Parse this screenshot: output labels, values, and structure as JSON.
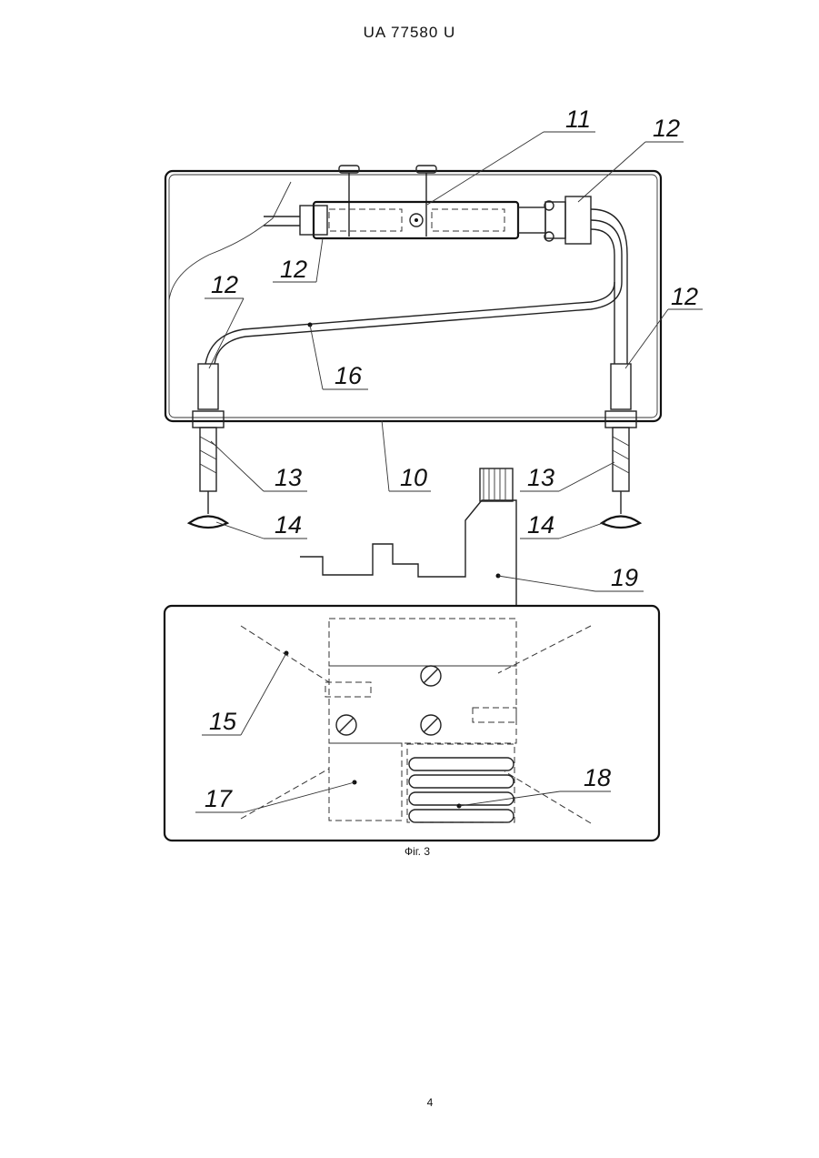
{
  "header": {
    "doc_number": "UA   77580   U"
  },
  "figure": {
    "caption": "Фіг. 3",
    "callouts": [
      "11",
      "12",
      "12",
      "12",
      "12",
      "16",
      "13",
      "10",
      "13",
      "14",
      "14",
      "19",
      "15",
      "17",
      "18"
    ]
  },
  "footer": {
    "page_number": "4"
  }
}
